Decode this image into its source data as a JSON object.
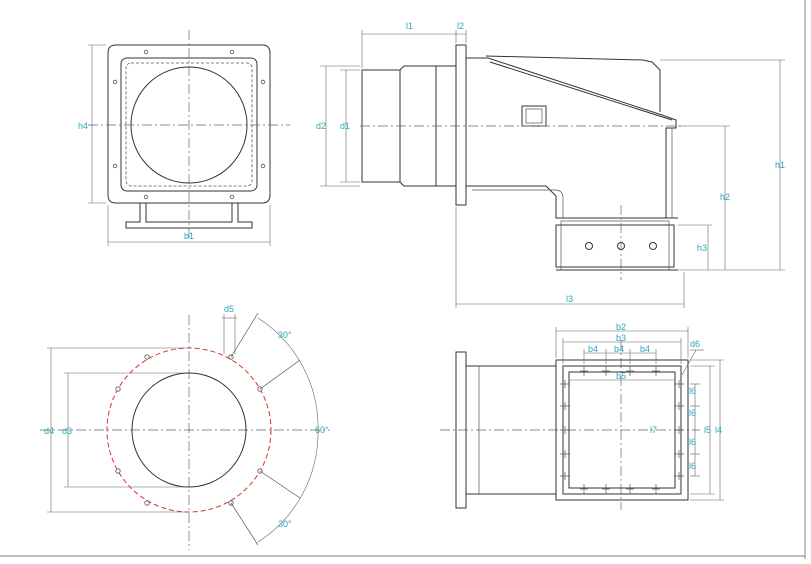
{
  "colors": {
    "line": "#333333",
    "dimension_text": "#2aa7b8",
    "pitch_circle": "#d9342b"
  },
  "labels": {
    "h4": "h4",
    "b1": "b1",
    "l1": "l1",
    "l2": "l2",
    "l3": "l3",
    "d2": "d2",
    "d1": "d1",
    "h1": "h1",
    "h2": "h2",
    "h3": "h3",
    "d5": "d5",
    "d4": "d4",
    "d3": "d3",
    "angle_top": "30°",
    "angle_mid": "60°",
    "angle_bottom": "30°",
    "b2": "b2",
    "b3": "b3",
    "b4_left": "b4",
    "b4_mid": "b4",
    "b4_right": "b4",
    "b5": "b5",
    "d6": "d6",
    "l6_1": "l6",
    "l6_2": "l6",
    "l6_3": "l6",
    "l6_4": "l6",
    "l7": "l7",
    "l5": "l5",
    "l4": "l4"
  }
}
